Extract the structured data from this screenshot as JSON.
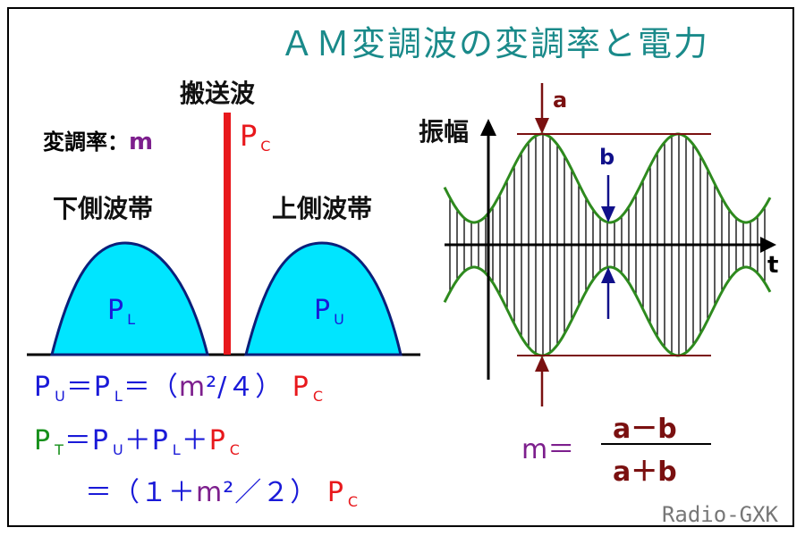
{
  "title": "ＡＭ変調波の変調率と電力",
  "spectrum": {
    "carrier_label": "搬送波",
    "mod_rate_label": "変調率：",
    "mod_rate_symbol": "m",
    "carrier_power": "P",
    "carrier_power_sub": "C",
    "lower_band_label": "下側波帯",
    "upper_band_label": "上側波帯",
    "lower_power": "P",
    "lower_power_sub": "L",
    "upper_power": "P",
    "upper_power_sub": "U"
  },
  "formulas": {
    "f1_pu": "P",
    "f1_pu_sub": "U",
    "f1_eq": "＝",
    "f1_pl": "P",
    "f1_pl_sub": "L",
    "f1_mid": "＝（",
    "f1_m": "m",
    "f1_rest": "²/４）",
    "f1_pc": "P",
    "f1_pc_sub": "C",
    "f2_pt": "P",
    "f2_pt_sub": "T",
    "f2_eq": "＝",
    "f2_pu": "P",
    "f2_pu_sub": "U",
    "f2_plus1": "＋",
    "f2_pl": "P",
    "f2_pl_sub": "L",
    "f2_plus2": "＋",
    "f2_pc": "P",
    "f2_pc_sub": "C",
    "f3_start": "＝（１＋",
    "f3_m": "m",
    "f3_rest": "²／２）",
    "f3_pc": "P",
    "f3_pc_sub": "C"
  },
  "waveform": {
    "y_label": "振幅",
    "x_label": "t",
    "a_label": "a",
    "b_label": "b",
    "m_label": "m＝",
    "numerator": "a－b",
    "denominator": "a＋b"
  },
  "credit": "Radio-GXK",
  "colors": {
    "title": "#1a8a8a",
    "lobe_fill": "#00e5ff",
    "carrier": "#e8181c",
    "envelope": "#2e8a1e",
    "a_arrow": "#7a1010",
    "b_arrow": "#10108a"
  }
}
